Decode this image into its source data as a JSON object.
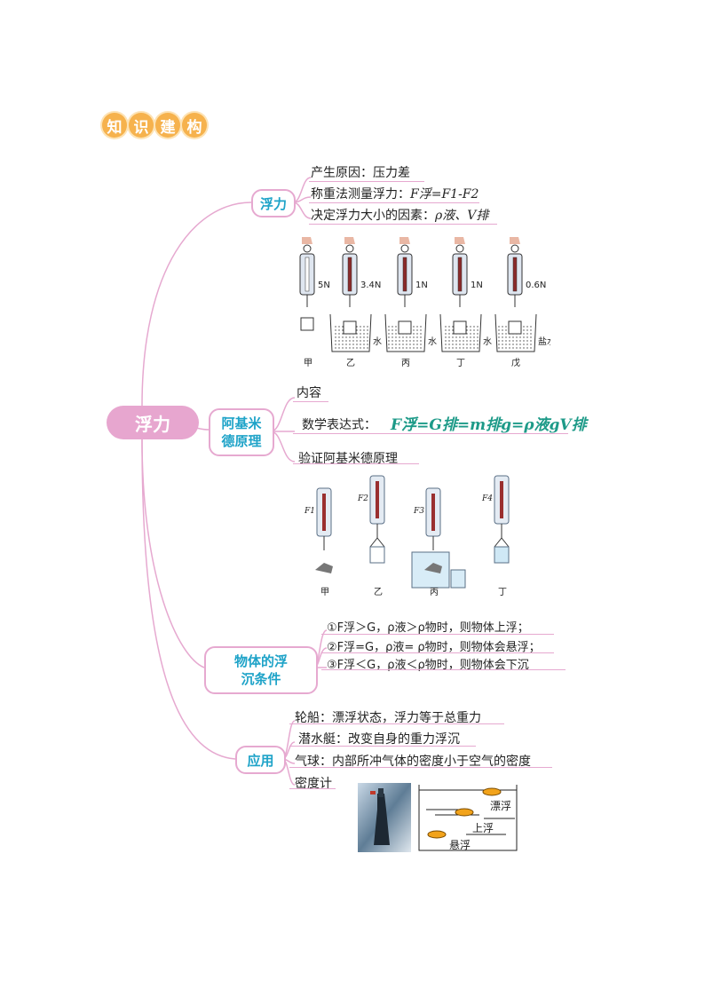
{
  "header": {
    "chars": [
      "知",
      "识",
      "建",
      "构"
    ]
  },
  "root": {
    "label": "浮力"
  },
  "branches": {
    "buoyancy": {
      "label": "浮力",
      "items": [
        "产生原因：压力差",
        "称重法测量浮力：",
        "决定浮力大小的因素："
      ],
      "formula_weigh": "F浮=F1-F2",
      "factors": "ρ液、V排"
    },
    "archimedes": {
      "label_line1": "阿基米",
      "label_line2": "德原理",
      "items": [
        "内容",
        "数学表达式：",
        "验证阿基米德原理"
      ],
      "formula": "F浮=G排=m排g=ρ液gV排"
    },
    "conditions": {
      "label_line1": "物体的浮",
      "label_line2": "沉条件",
      "items": [
        "①F浮＞G，ρ液＞ρ物时，则物体上浮；",
        "②F浮=G，ρ液= ρ物时，则物体会悬浮；",
        "③F浮＜G，ρ液＜ρ物时，则物体会下沉"
      ]
    },
    "application": {
      "label": "应用",
      "items": [
        "轮船：漂浮状态，浮力等于总重力",
        "潜水艇：改变自身的重力浮沉",
        "气球：内部所冲气体的密度小于空气的密度",
        "密度计"
      ]
    }
  },
  "figure1": {
    "readings": [
      "5N",
      "3.4N",
      "1N",
      "1N",
      "0.6N"
    ],
    "liquids": [
      "",
      "水",
      "水",
      "水",
      "盐水"
    ],
    "captions": [
      "甲",
      "乙",
      "丙",
      "丁",
      "戊"
    ]
  },
  "figure2": {
    "forces": [
      "F1",
      "F2",
      "F3",
      "F4"
    ],
    "captions": [
      "甲",
      "乙",
      "丙",
      "丁"
    ]
  },
  "figure3": {
    "labels": [
      "漂浮",
      "上浮",
      "悬浮"
    ]
  },
  "colors": {
    "accent": "#1ea3c8",
    "branch": "#e6a9d0",
    "formula": "#1d9a88",
    "badge": "#f6b24d"
  }
}
